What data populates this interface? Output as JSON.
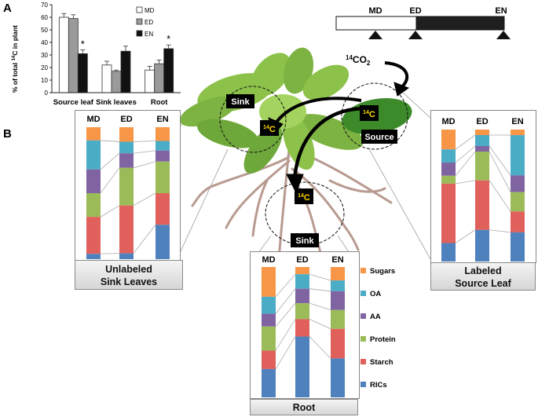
{
  "panel_labels": {
    "a": "A",
    "b": "B"
  },
  "bar_chart": {
    "ylabel_prefix": "% of total ",
    "ylabel_sup": "14",
    "ylabel_suffix": "C in plant",
    "yticks": [
      "0",
      "10",
      "20",
      "30",
      "40",
      "50",
      "60",
      "70"
    ],
    "categories": [
      "Source leaf",
      "Sink leaves",
      "Root"
    ],
    "legend": [
      "MD",
      "ED",
      "EN"
    ],
    "colors": {
      "MD": "#ffffff",
      "ED": "#9a9a9a",
      "EN": "#111111"
    },
    "asterisk": "*"
  },
  "chart_data": {
    "type": "bar",
    "categories": [
      "Source leaf",
      "Sink leaves",
      "Root"
    ],
    "series": [
      {
        "name": "MD",
        "values": [
          60,
          22,
          18
        ],
        "err": [
          3,
          3,
          3
        ]
      },
      {
        "name": "ED",
        "values": [
          59,
          17,
          23
        ],
        "err": [
          3,
          1,
          3
        ]
      },
      {
        "name": "EN",
        "values": [
          31,
          33,
          35
        ],
        "err": [
          3,
          4,
          3
        ]
      }
    ],
    "ylim": [
      0,
      70
    ],
    "significant": [
      [
        0,
        2
      ],
      [
        2,
        2
      ]
    ]
  },
  "timeline": {
    "labels": [
      "MD",
      "ED",
      "EN"
    ],
    "light_color": "#ffffff",
    "dark_color": "#1f1f1f"
  },
  "diagram": {
    "co2_sup": "14",
    "co2_main": "CO",
    "co2_sub": "2",
    "c14_sup": "14",
    "c14_main": "C",
    "sink_label": "Sink",
    "source_label": "Source",
    "root_sink_label": "Sink"
  },
  "stacked_panels": {
    "column_labels": [
      "MD",
      "ED",
      "EN"
    ],
    "categories": [
      "Sugars",
      "OA",
      "AA",
      "Protein",
      "Starch",
      "RICs"
    ],
    "colors": {
      "Sugars": "#f79646",
      "OA": "#4bacc6",
      "AA": "#8064a2",
      "Protein": "#9bbb59",
      "Starch": "#e0605c",
      "RICs": "#4f81bd"
    },
    "sink_leaves": {
      "title_line1": "Unlabeled",
      "title_line2": "Sink Leaves",
      "values": {
        "MD": [
          10,
          22,
          18,
          18,
          28,
          4
        ],
        "ED": [
          10,
          8,
          10,
          26,
          33,
          4
        ],
        "EN": [
          10,
          7,
          8,
          23,
          23,
          25
        ]
      }
    },
    "root": {
      "title": "Root",
      "values": {
        "MD": [
          21,
          12,
          9,
          17,
          13,
          20
        ],
        "ED": [
          5,
          10,
          10,
          11,
          12,
          42
        ],
        "EN": [
          10,
          8,
          14,
          14,
          22,
          29
        ]
      }
    },
    "source_leaf": {
      "title_line1": "Labeled",
      "title_line2": "Source Leaf",
      "values": {
        "MD": [
          15,
          10,
          10,
          6,
          45,
          14
        ],
        "ED": [
          4,
          8,
          4,
          21,
          36,
          23
        ],
        "EN": [
          4,
          29,
          12,
          14,
          15,
          21
        ]
      }
    },
    "legend": [
      "Sugars",
      "OA",
      "AA",
      "Protein",
      "Starch",
      "RICs"
    ]
  }
}
